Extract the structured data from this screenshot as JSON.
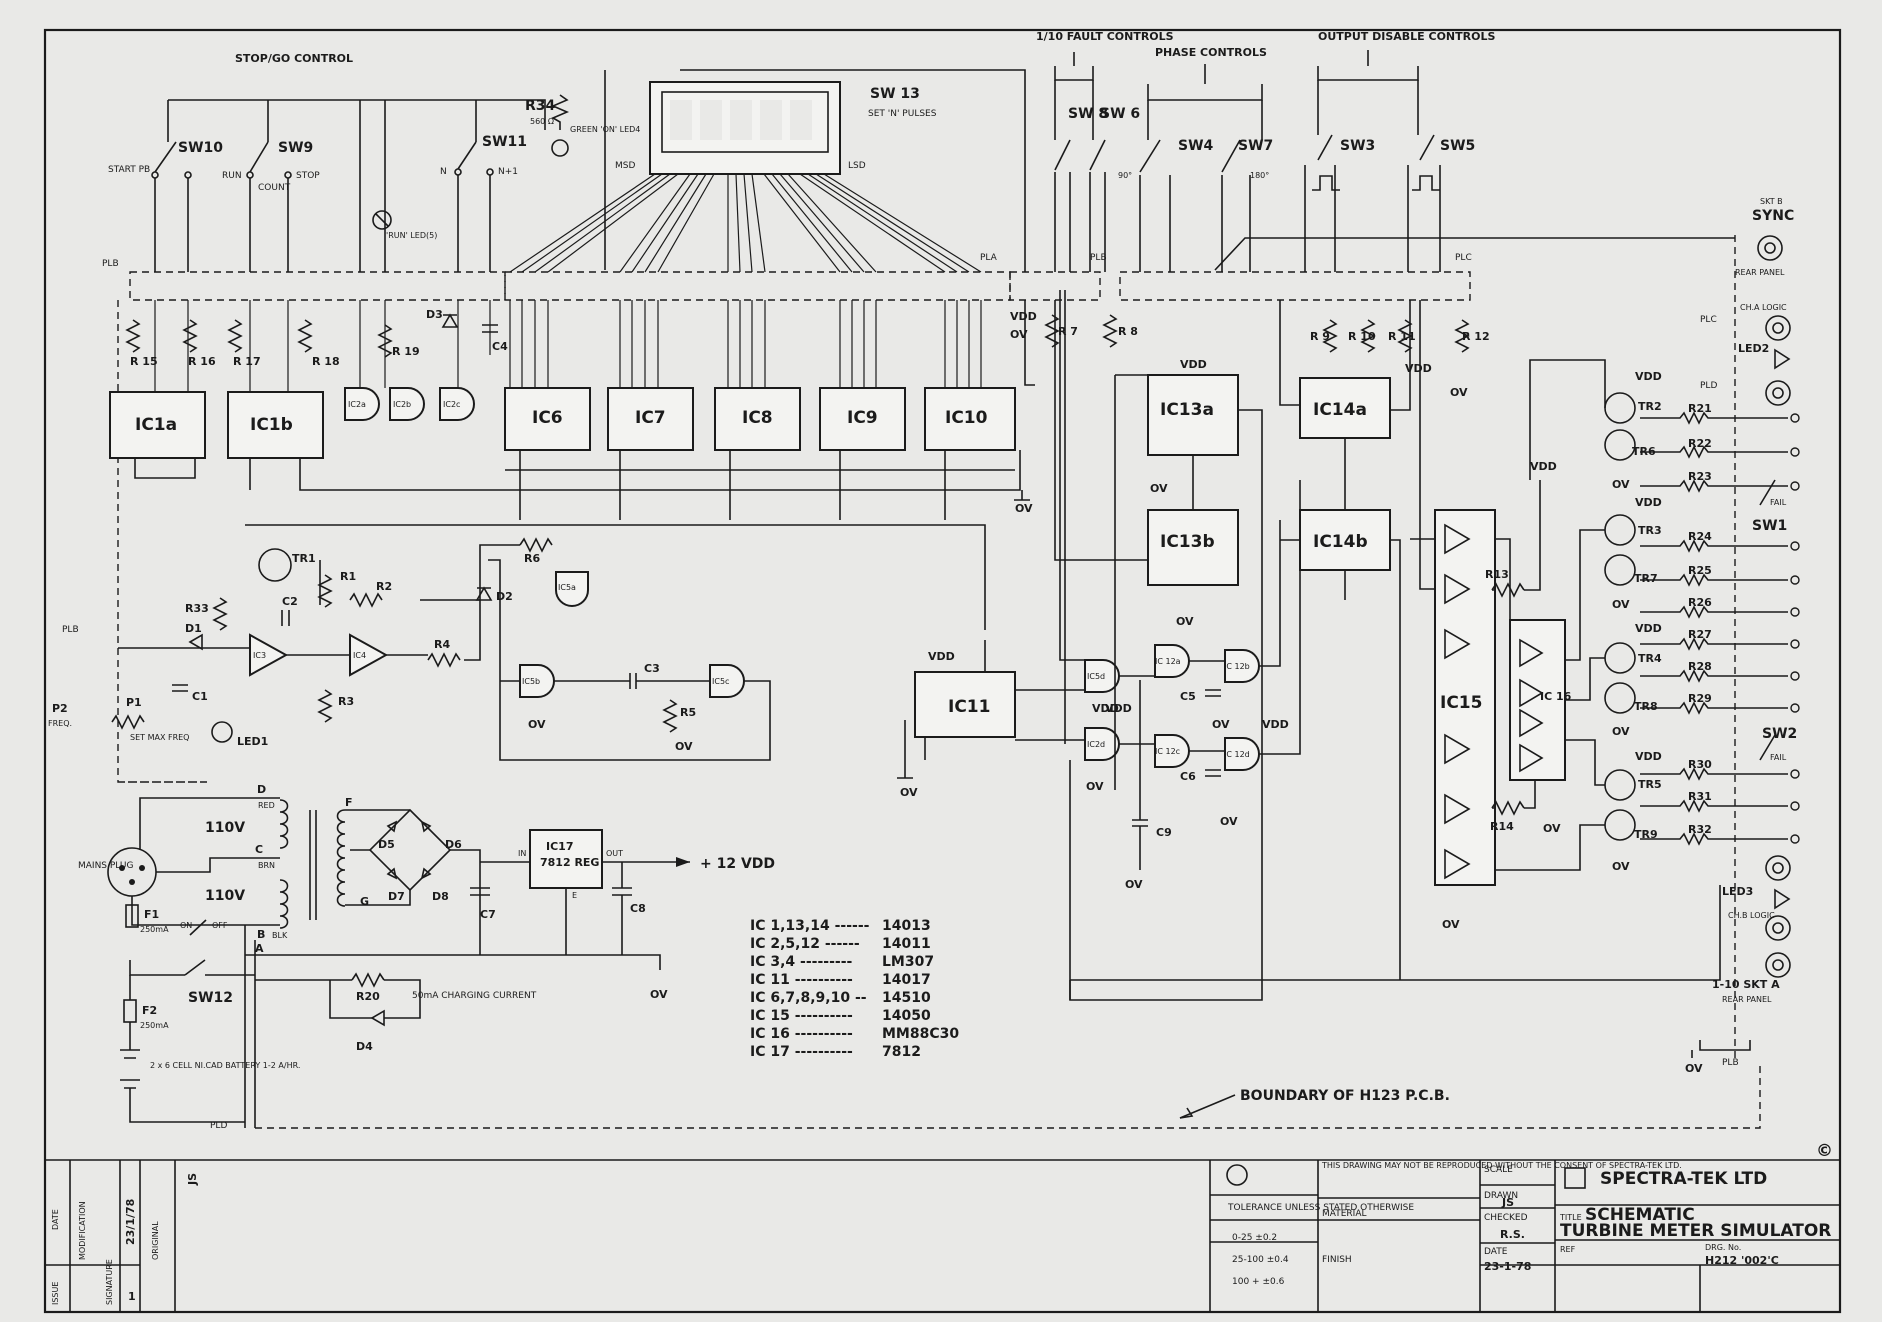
{
  "headings": {
    "stop_go": "STOP/GO CONTROL",
    "fault": "1/10 FAULT CONTROLS",
    "phase": "PHASE CONTROLS",
    "output_disable": "OUTPUT DISABLE CONTROLS",
    "boundary": "BOUNDARY OF H123 P.C.B.",
    "charging": "50mA CHARGING CURRENT",
    "sw13_caption": "SET 'N' PULSES",
    "supply_out": "+ 12 VDD",
    "mains_plug": "MAINS PLUG",
    "battery": "2 x 6 CELL NI.CAD BATTERY 1-2 A/HR.",
    "set_max_freq": "SET MAX FREQ",
    "freq": "FREQ.",
    "rear_panel": "REAR PANEL",
    "rear_panel_2": "REAR PANEL",
    "ch_a_logic": "CH.A LOGIC",
    "ch_b_logic": "CH.B LOGIC",
    "run_led": "'RUN' LED(5)",
    "green_on": "GREEN 'ON' LED4",
    "sync": "SYNC",
    "skt_b": "SKT B",
    "skt_a": "1-10 SKT A",
    "msd": "MSD",
    "lsd": "LSD",
    "r34_val": "560 Ω"
  },
  "switches": {
    "sw10": "SW10",
    "sw9": "SW9",
    "sw11": "SW11",
    "sw13": "SW 13",
    "sw8": "SW 8",
    "sw6": "SW 6",
    "sw4": "SW4",
    "sw7": "SW7",
    "sw3": "SW3",
    "sw5": "SW5",
    "sw1": "SW1",
    "sw2": "SW2",
    "sw12": "SW12",
    "start": "START PB",
    "run": "RUN",
    "count": "COUNT",
    "stop": "STOP",
    "n_label": "N",
    "n1_label": "N+1",
    "deg90": "90°",
    "deg180": "180°",
    "on": "ON",
    "off": "OFF",
    "fail1": "FAIL",
    "fail2": "FAIL"
  },
  "ics": {
    "ic1a": "IC1a",
    "ic1b": "IC1b",
    "ic2a": "IC2a",
    "ic2b": "IC2b",
    "ic2c": "IC2c",
    "ic6": "IC6",
    "ic7": "IC7",
    "ic8": "IC8",
    "ic9": "IC9",
    "ic10": "IC10",
    "ic13a": "IC13a",
    "ic13b": "IC13b",
    "ic14a": "IC14a",
    "ic14b": "IC14b",
    "ic11": "IC11",
    "ic15": "IC15",
    "ic16": "IC 16",
    "ic17": "IC17",
    "ic17_sub": "7812 REG",
    "ic3": "IC3",
    "ic4": "IC4",
    "ic5a": "IC5a",
    "ic5b": "IC5b",
    "ic5c": "IC5c",
    "ic5d": "IC5d",
    "ic2d": "IC2d",
    "ic12a": "IC 12a",
    "ic12b": "IC 12b",
    "ic12c": "IC 12c",
    "ic12d": "IC 12d"
  },
  "components": {
    "r1": "R1",
    "r2": "R2",
    "r3": "R3",
    "r4": "R4",
    "r5": "R5",
    "r6": "R6",
    "r7": "R 7",
    "r8": "R 8",
    "r9": "R 9",
    "r10": "R 10",
    "r11": "R 11",
    "r12": "R 12",
    "r13": "R13",
    "r14": "R14",
    "r15": "R 15",
    "r16": "R 16",
    "r17": "R 17",
    "r18": "R 18",
    "r19": "R 19",
    "r20": "R20",
    "r21": "R21",
    "r22": "R22",
    "r23": "R23",
    "r24": "R24",
    "r25": "R25",
    "r26": "R26",
    "r27": "R27",
    "r28": "R28",
    "r29": "R29",
    "r30": "R30",
    "r31": "R31",
    "r32": "R32",
    "r33": "R33",
    "r34": "R34",
    "c1": "C1",
    "c2": "C2",
    "c3": "C3",
    "c4": "C4",
    "c5": "C5",
    "c6": "C6",
    "c7": "C7",
    "c8": "C8",
    "c9": "C9",
    "d1": "D1",
    "d2": "D2",
    "d3": "D3",
    "d4": "D4",
    "d5": "D5",
    "d6": "D6",
    "d7": "D7",
    "d8": "D8",
    "tr1": "TR1",
    "tr2": "TR2",
    "tr3": "TR3",
    "tr4": "TR4",
    "tr5": "TR5",
    "tr6": "TR6",
    "tr7": "TR7",
    "tr8": "TR8",
    "tr9": "TR9",
    "led1": "LED1",
    "led2": "LED2",
    "led3": "LED3",
    "p1": "P1",
    "p2": "P2",
    "f1": "F1",
    "f1_val": "250mA",
    "f2": "F2",
    "f2_val": "250mA",
    "v110a": "110V",
    "v110b": "110V",
    "red": "RED",
    "brn": "BRN",
    "blk": "BLK",
    "vdd": "VDD",
    "ov": "OV",
    "pla": "PLA",
    "plb": "PLB",
    "plc": "PLC",
    "pld": "PLD",
    "in": "IN",
    "out": "OUT",
    "e": "E"
  },
  "ic_table": [
    {
      "ic": "IC 1,13,14 ------",
      "part": "14013"
    },
    {
      "ic": "IC 2,5,12 ------",
      "part": "14011"
    },
    {
      "ic": "IC 3,4 ---------",
      "part": "LM307"
    },
    {
      "ic": "IC 11 ----------",
      "part": "14017"
    },
    {
      "ic": "IC 6,7,8,9,10 --",
      "part": "14510"
    },
    {
      "ic": "IC 15 ----------",
      "part": "14050"
    },
    {
      "ic": "IC 16 ----------",
      "part": "MM88C30"
    },
    {
      "ic": "IC 17 ----------",
      "part": "7812"
    }
  ],
  "title_block": {
    "company": "SPECTRA-TEK LTD",
    "copyright": "©",
    "title_label": "TITLE",
    "title_line1": "SCHEMATIC",
    "title_line2": "TURBINE METER SIMULATOR",
    "drawing_notice": "THIS DRAWING MAY NOT BE REPRODUCED WITHOUT THE CONSENT OF SPECTRA-TEK LTD.",
    "tolerance": "TOLERANCE UNLESS STATED OTHERWISE",
    "tol_rows": [
      "0-25   ±0.2",
      "25-100  ±0.4",
      "100 +   ±0.6"
    ],
    "material": "MATERIAL",
    "finish": "FINISH",
    "scale": "SCALE",
    "drawn_label": "DRAWN",
    "drawn": "JS",
    "checked_label": "CHECKED",
    "checked": "R.S.",
    "date_label": "DATE",
    "date": "23-1-78",
    "ref": "REF",
    "drg_no_label": "DRG. No.",
    "drg_no": "H212 '002'C",
    "rev_issue": "ISSUE",
    "rev_date": "DATE",
    "rev_mod": "MODIFICATION",
    "rev_sig": "SIGNATURE",
    "rev_sig_date": "23/1/78",
    "rev_original": "ORIGINAL",
    "rev_initials": "JS",
    "rev_num": "1"
  }
}
